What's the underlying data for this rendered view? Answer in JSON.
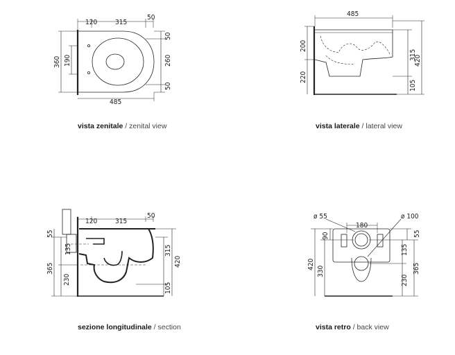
{
  "views": {
    "zenital": {
      "caption_it": "vista zenitale",
      "separator": " / ",
      "caption_en": "zenital view",
      "dims": {
        "d120": "120",
        "d315": "315",
        "d50top": "50",
        "d360": "360",
        "d190": "190",
        "d50r1": "50",
        "d260": "260",
        "d50r2": "50",
        "d485": "485"
      }
    },
    "lateral": {
      "caption_it": "vista laterale",
      "separator": " / ",
      "caption_en": "lateral view",
      "dims": {
        "d485": "485",
        "d200": "200",
        "d220": "220",
        "d315": "315",
        "d420": "420",
        "d105": "105"
      }
    },
    "section": {
      "caption_it": "sezione longitudinale",
      "separator": " / ",
      "caption_en": "section",
      "dims": {
        "d120": "120",
        "d315": "315",
        "d50": "50",
        "d55": "55",
        "d135": "135",
        "d365": "365",
        "d230": "230",
        "d105": "105",
        "d420": "420"
      }
    },
    "back": {
      "caption_it": "vista retro",
      "separator": " / ",
      "caption_en": "back view",
      "dims": {
        "dphi55": "ø 55",
        "dphi100": "ø 100",
        "d180": "180",
        "d90": "90",
        "d55": "55",
        "d420": "420",
        "d330": "330",
        "d135": "135",
        "d230": "230",
        "d365": "365"
      }
    }
  }
}
